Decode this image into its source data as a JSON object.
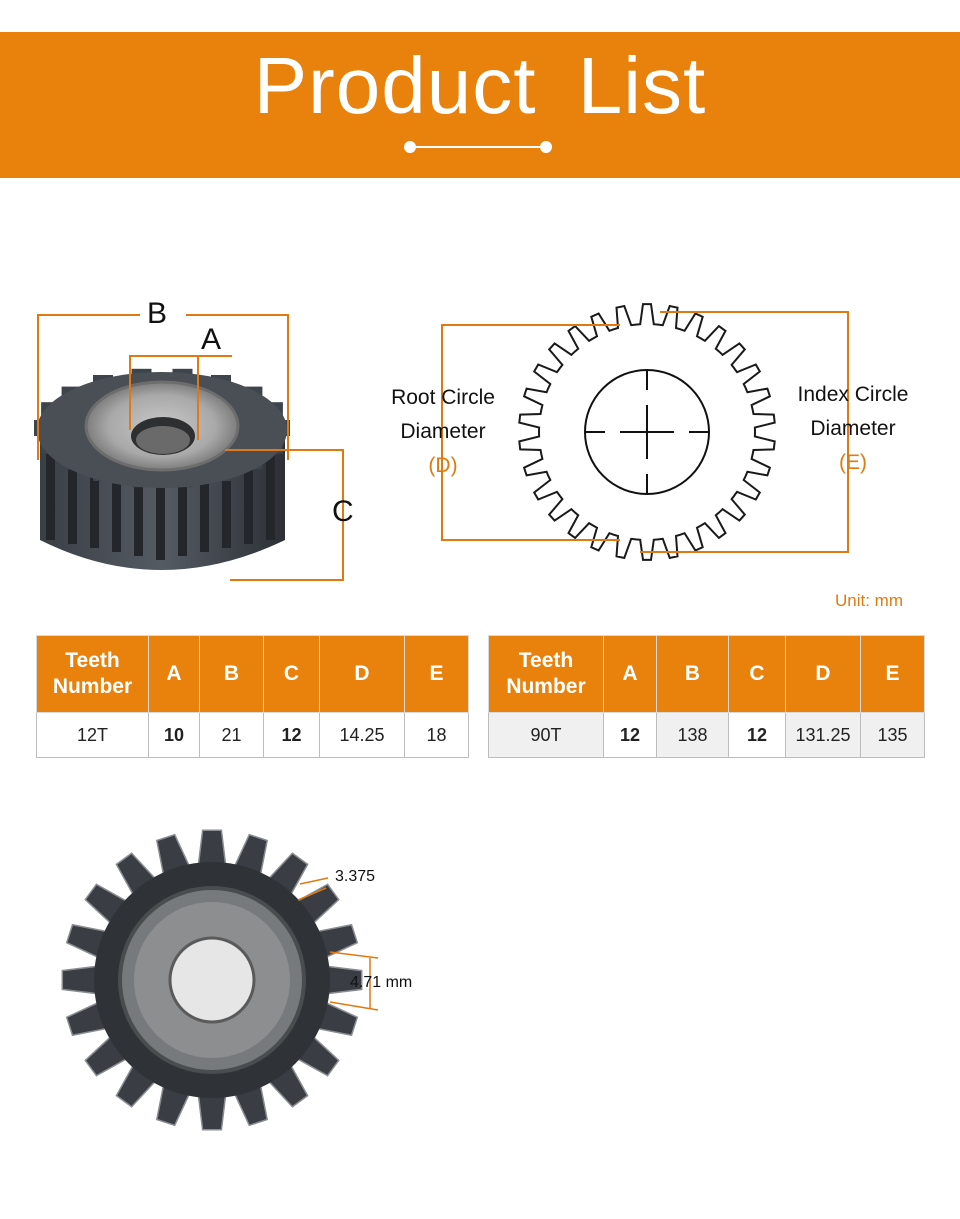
{
  "banner": {
    "title": "Product  List"
  },
  "diagram": {
    "letter_a": "A",
    "letter_b": "B",
    "letter_c": "C",
    "root_line1": "Root Circle",
    "root_line2": "Diameter",
    "root_code": "(D)",
    "index_line1": "Index Circle",
    "index_line2": "Diameter",
    "index_code": "(E)"
  },
  "unit_label": "Unit: mm",
  "table_headers": [
    "Teeth Number",
    "A",
    "B",
    "C",
    "D",
    "E"
  ],
  "table_left_row": [
    "12T",
    "10",
    "21",
    "12",
    "14.25",
    "18"
  ],
  "table_right_row": [
    "90T",
    "12",
    "138",
    "12",
    "131.25",
    "135"
  ],
  "tooth_dims": {
    "top": "3.375",
    "side": "4.71 mm"
  },
  "colors": {
    "accent": "#e8820c",
    "text": "#111111"
  }
}
